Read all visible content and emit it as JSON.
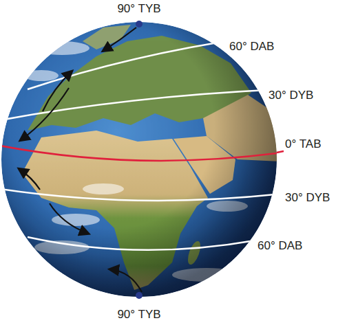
{
  "diagram": {
    "labels": [
      "90° TYB",
      "60° DAB",
      "30° DYB",
      "0° TAB",
      "30° DYB",
      "60° DAB",
      "90° TYB"
    ]
  }
}
